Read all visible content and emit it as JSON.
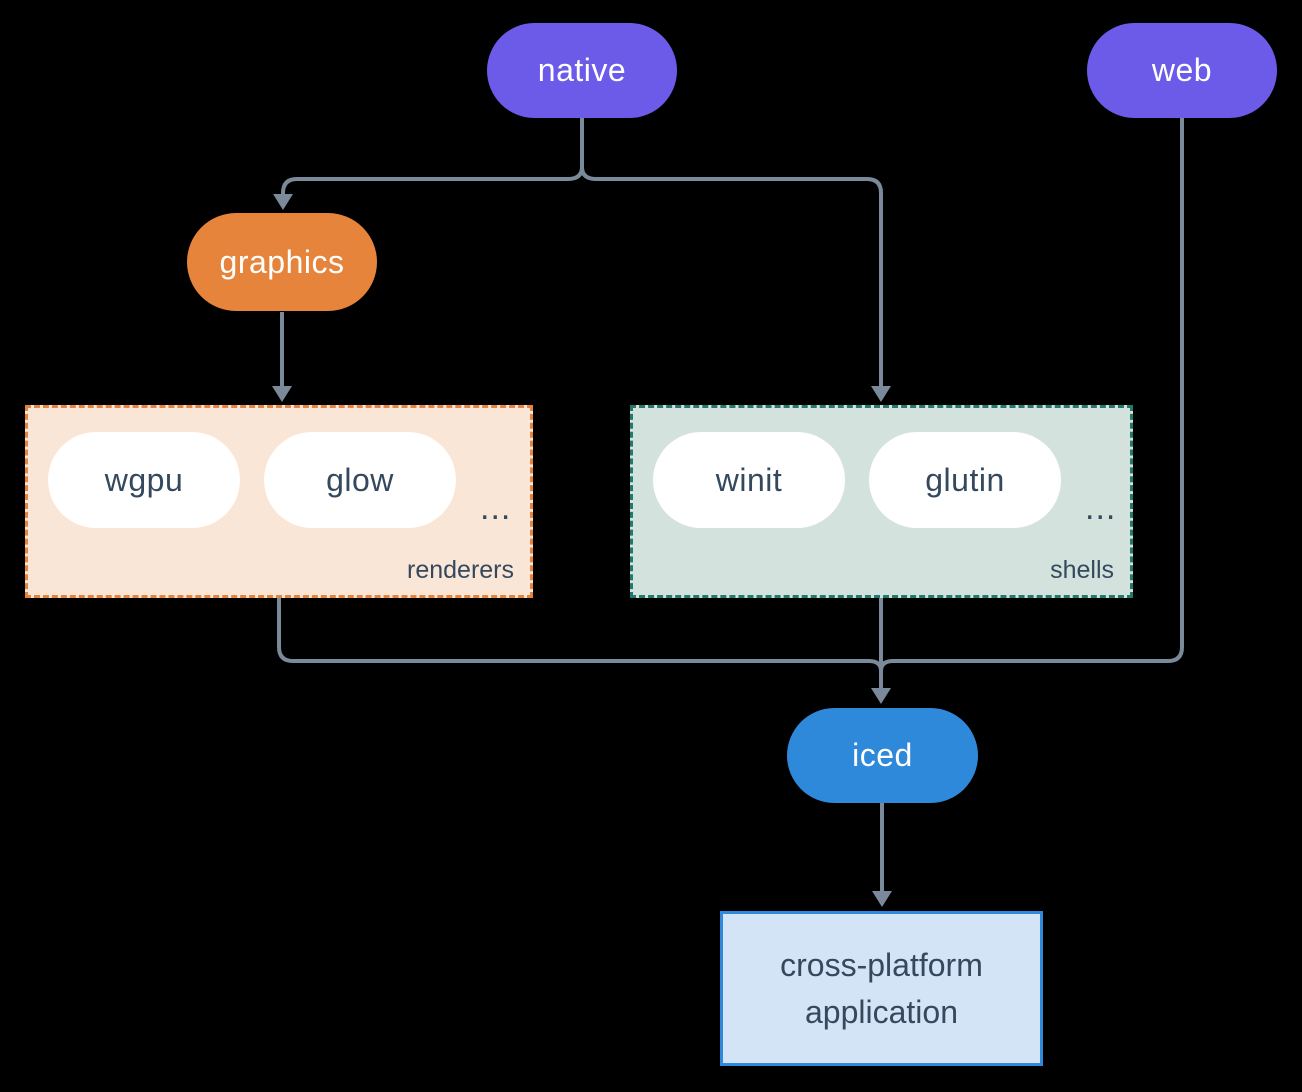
{
  "diagram": {
    "colors": {
      "background": "#000000",
      "line": "#7B8A9A",
      "node_purple": "#6C5BE8",
      "node_orange": "#E6843C",
      "node_blue": "#2E89DB",
      "node_text": "#FFFFFF",
      "inner_pill_bg": "#FFFFFF",
      "dark_text": "#35495E",
      "renderers_bg": "#F9E6D7",
      "renderers_border": "#E6843C",
      "shells_bg": "#D3E2DC",
      "shells_border": "#237A6A",
      "app_bg": "#D2E4F6",
      "app_border": "#2F88DB"
    },
    "nodes": {
      "native": {
        "label": "native"
      },
      "web": {
        "label": "web"
      },
      "graphics": {
        "label": "graphics"
      },
      "iced": {
        "label": "iced"
      },
      "application": {
        "lines": [
          "cross-platform",
          "application"
        ]
      }
    },
    "groups": {
      "renderers": {
        "label": "renderers",
        "items": [
          "wgpu",
          "glow"
        ],
        "ellipsis": "..."
      },
      "shells": {
        "label": "shells",
        "items": [
          "winit",
          "glutin"
        ],
        "ellipsis": "..."
      }
    }
  }
}
